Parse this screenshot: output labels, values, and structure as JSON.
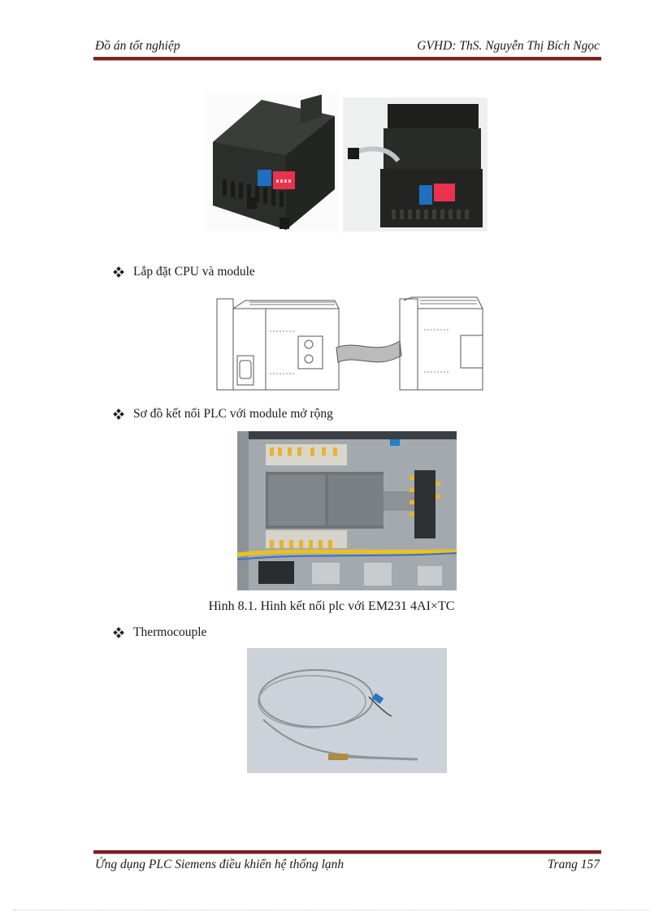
{
  "header": {
    "left": "Đồ án tốt nghiệp",
    "right": "GVHD:  ThS. Nguyễn Thị Bích Ngọc"
  },
  "footer": {
    "left": "Ứng dụng PLC Siemens điều khiển hệ thống lạnh",
    "right": "Trang 157"
  },
  "body": {
    "bullets": [
      {
        "icon": "diamond-bullet-icon",
        "text": "Lắp đặt CPU và module"
      },
      {
        "icon": "diamond-bullet-icon",
        "text": "Sơ đồ kết nối PLC với module mở rộng"
      },
      {
        "icon": "diamond-bullet-icon",
        "text": "Thermocouple"
      }
    ],
    "caption": "Hình 8.1. Hình kết nối plc với EM231 4AI×TC",
    "figures": [
      {
        "name": "em231-module-photo-closed",
        "description": "Black expansion module with blue connector and red DIP switches"
      },
      {
        "name": "em231-module-photo-open",
        "description": "Module with ribbon cable and open terminal covers"
      },
      {
        "name": "cpu-module-connection-drawing",
        "description": "Line drawing of CPU connected to expansion module via ribbon cable"
      },
      {
        "name": "control-panel-photo",
        "description": "Control cabinet with PLC, expansion module, terminal blocks and relays"
      },
      {
        "name": "thermocouple-photo",
        "description": "Coiled thermocouple probe with brass fitting and blue connector"
      }
    ]
  },
  "colors": {
    "rule": "#7a1f22",
    "text": "#1a1a1a"
  }
}
